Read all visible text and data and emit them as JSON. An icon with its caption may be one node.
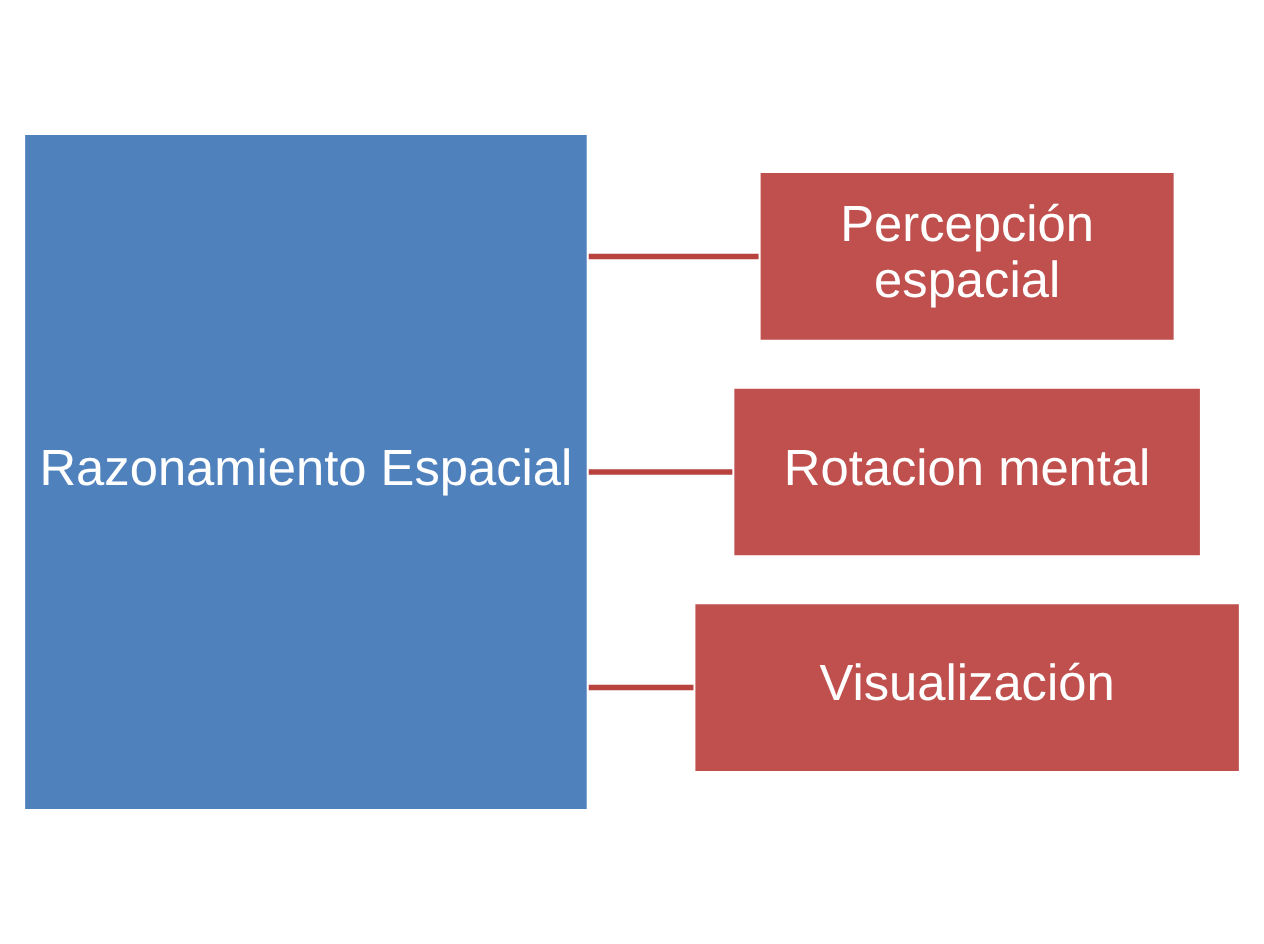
{
  "diagram": {
    "nodes": [
      {
        "text": [
          "Razonamiento Espacial"
        ]
      },
      {
        "text": [
          "Percepción espacial"
        ]
      },
      {
        "text": [
          "Rotacion mental"
        ]
      },
      {
        "text": [
          "Visualización"
        ]
      }
    ],
    "edges": [
      {
        "from": 0,
        "to": 1,
        "arrow": "none"
      },
      {
        "from": 0,
        "to": 2,
        "arrow": "none"
      },
      {
        "from": 0,
        "to": 3,
        "arrow": "none"
      }
    ]
  }
}
